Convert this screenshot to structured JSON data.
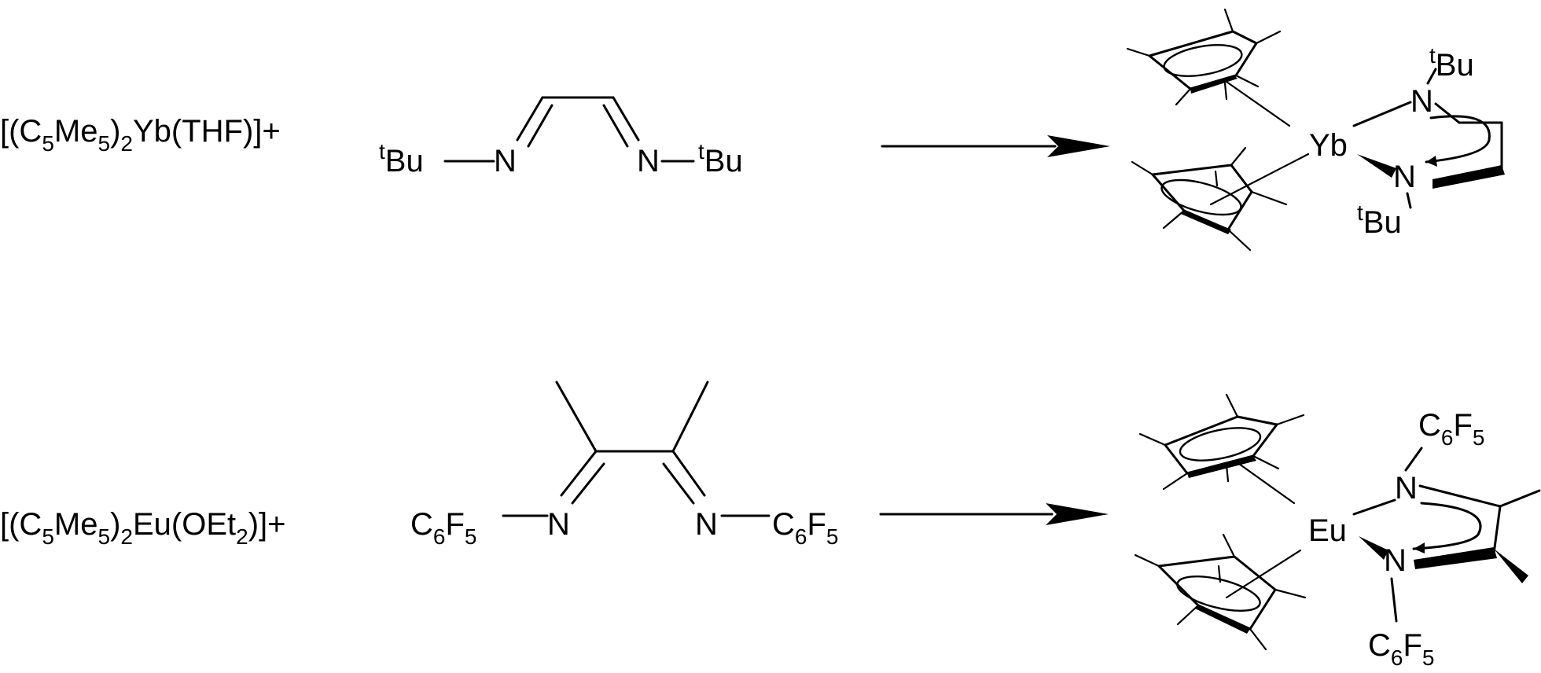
{
  "reaction_1": {
    "reactant_text": "[(C5Me5)2Yb(THF)]+",
    "reactant_parts": [
      "[(C",
      "5",
      "Me",
      "5",
      ")",
      "2",
      "Yb(THF)]+"
    ],
    "ligand_left": [
      "t",
      "Bu"
    ],
    "ligand_right": [
      "t",
      "Bu"
    ],
    "ligand_N": "N",
    "product_metal": "Yb",
    "product_N": "N",
    "product_sub_top": [
      "t",
      "Bu"
    ],
    "product_sub_bottom": [
      "t",
      "Bu"
    ]
  },
  "reaction_2": {
    "reactant_text": "[(C5Me5)2Eu(OEt2)]+",
    "reactant_parts": [
      "[(C",
      "5",
      "Me",
      "5",
      ")",
      "2",
      "Eu(OEt",
      "2",
      ")]+"
    ],
    "ligand_left": [
      "C",
      "6",
      "F",
      "5"
    ],
    "ligand_right": [
      "C",
      "6",
      "F",
      "5"
    ],
    "ligand_N": "N",
    "product_metal": "Eu",
    "product_N": "N",
    "product_sub_top": [
      "C",
      "6",
      "F",
      "5"
    ],
    "product_sub_bottom": [
      "C",
      "6",
      "F",
      "5"
    ]
  }
}
